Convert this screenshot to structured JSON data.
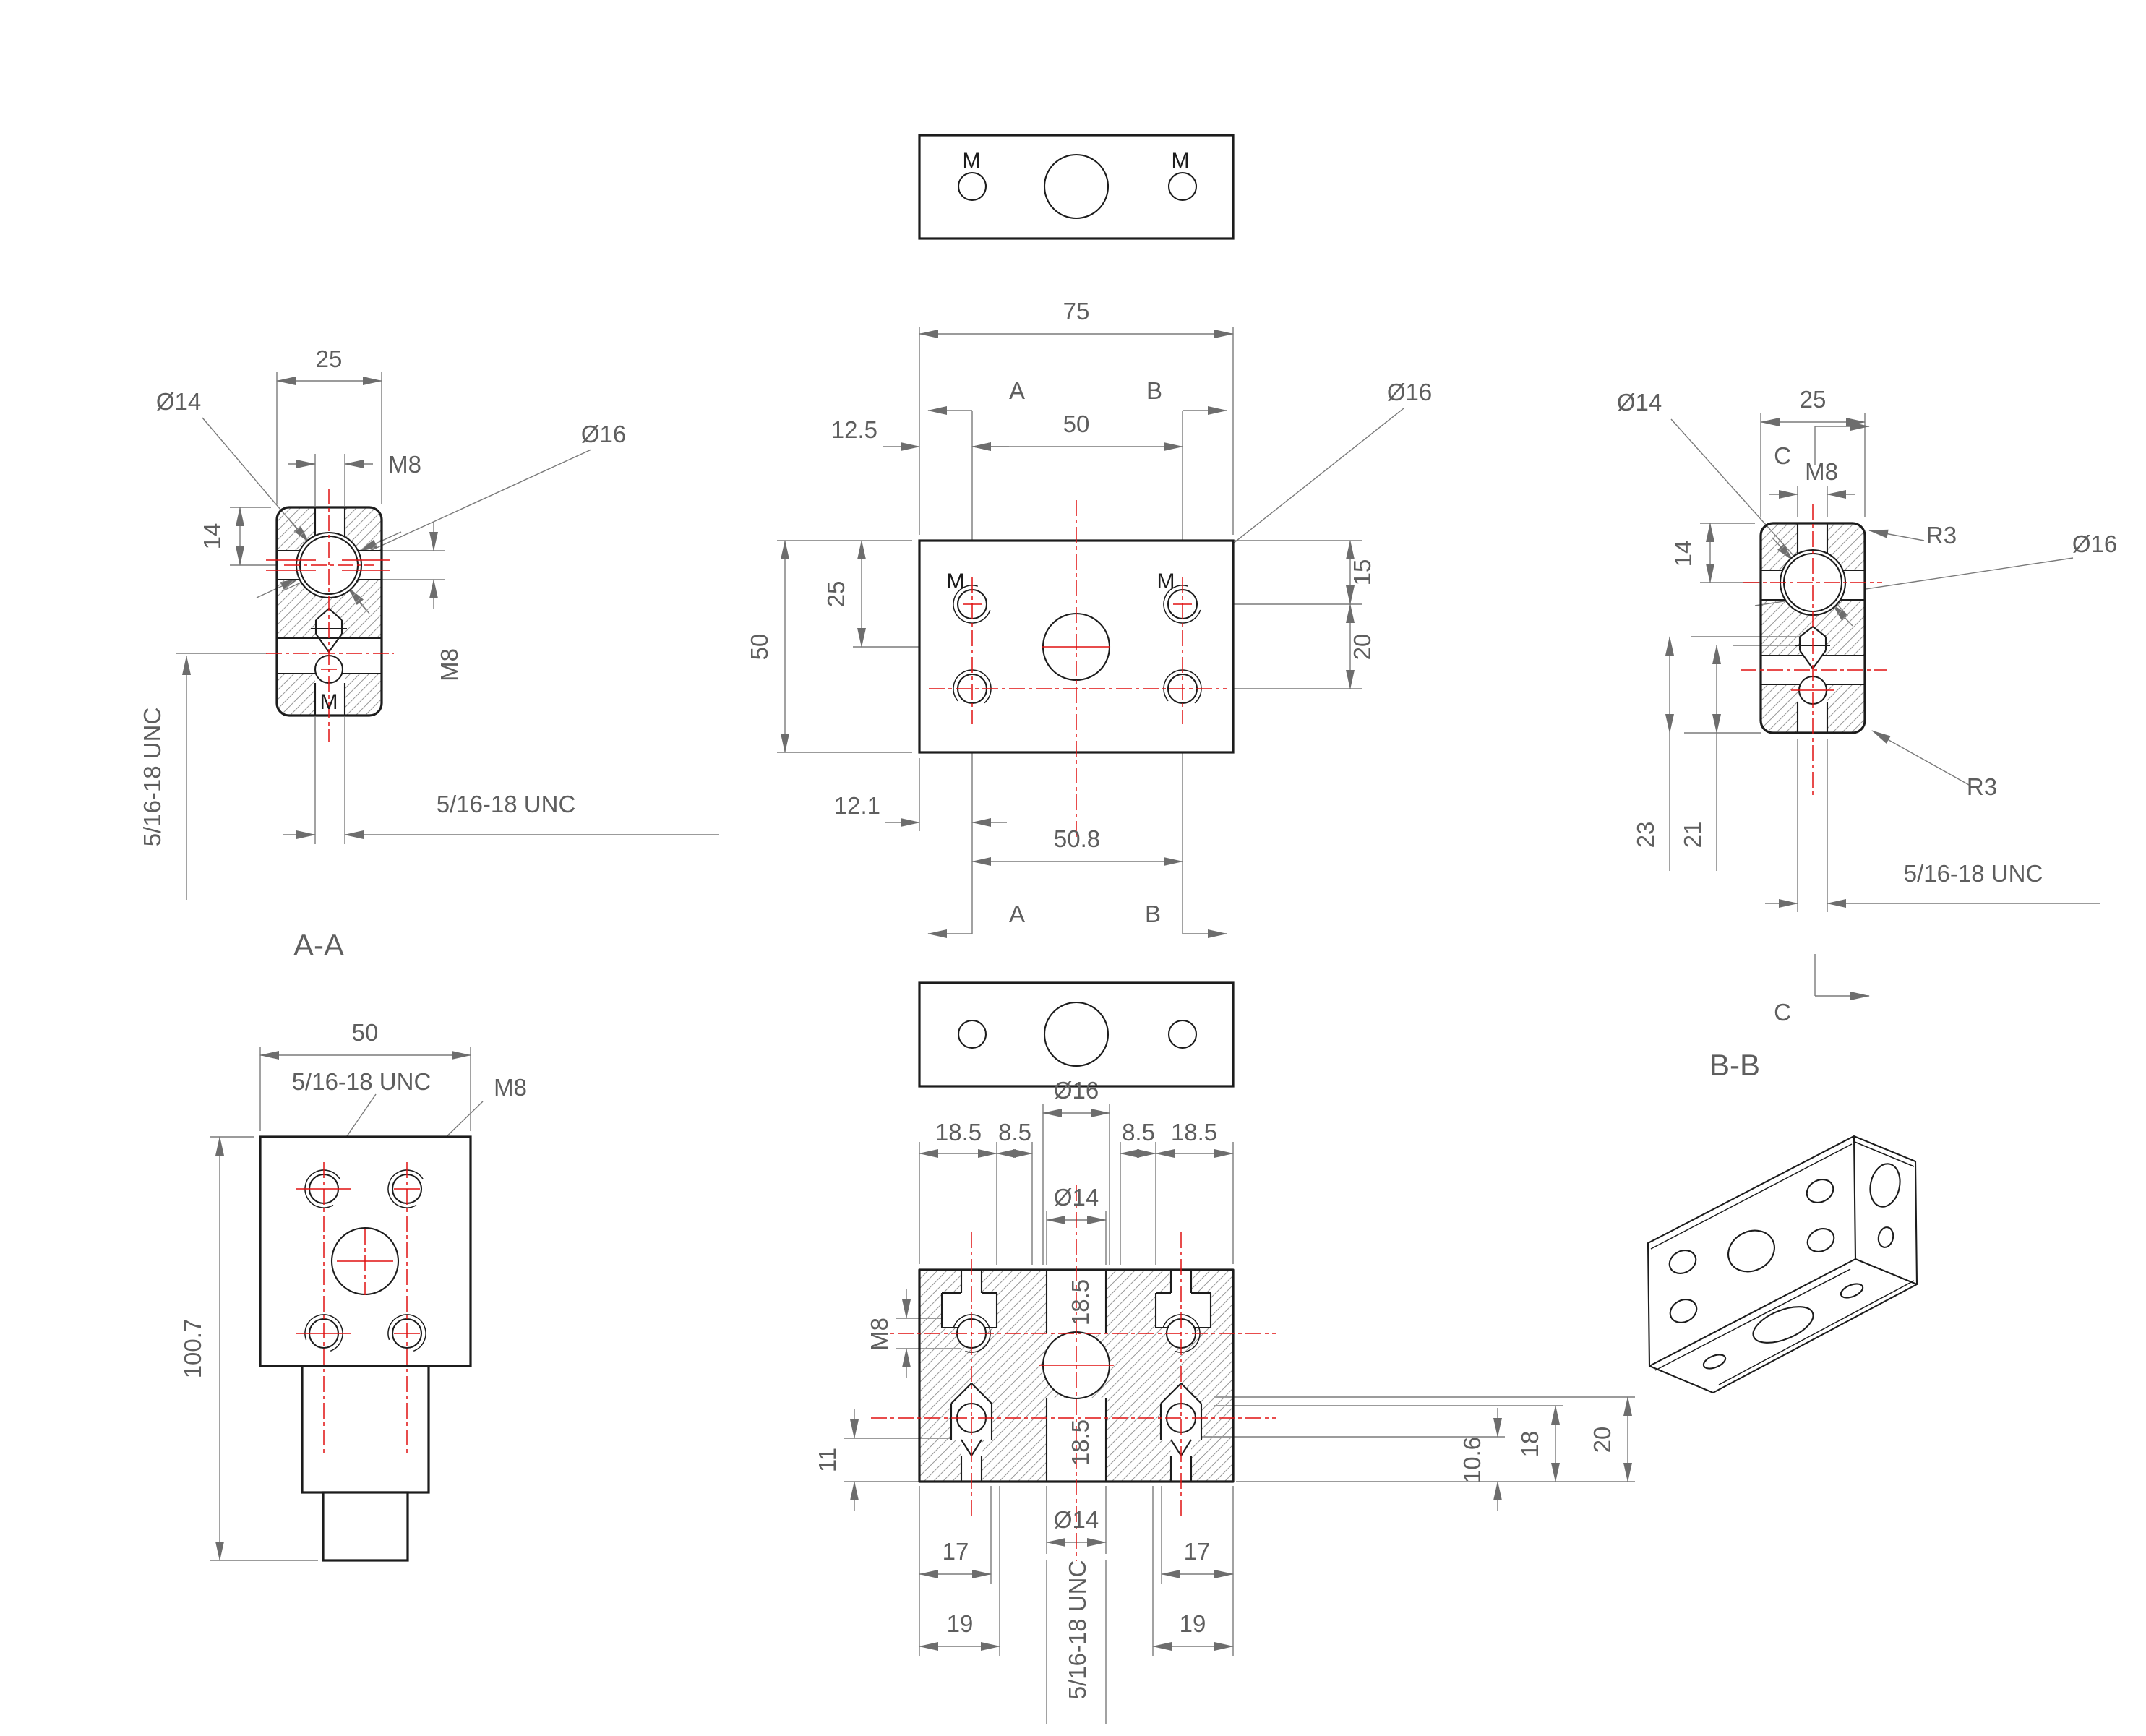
{
  "drawing": {
    "colors": {
      "outline": "#1c1c1c",
      "dimension": "#7a7a7a",
      "text": "#5e5e5e",
      "centerline_red": "#e01010",
      "background": "#ffffff"
    },
    "top_view": {
      "m_left": "M",
      "m_right": "M"
    },
    "section_aa": {
      "title": "A-A",
      "dim_width": "25",
      "dia14": "Ø14",
      "dia16": "Ø16",
      "m8_top": "M8",
      "m8_side": "M8",
      "depth14": "14",
      "m_label": "M",
      "unc_left": "5/16-18 UNC",
      "unc_bottom": "5/16-18 UNC"
    },
    "front_view": {
      "dim_width": "75",
      "marker_a_top": "A",
      "marker_b_top": "B",
      "dim_offset_left": "12.5",
      "dim_hole_span": "50",
      "dia16": "Ø16",
      "m_left": "M",
      "m_right": "M",
      "dim_height": "50",
      "dim_center_offset": "25",
      "dim_row_top": "15",
      "dim_row_spacing": "20",
      "dim_offset_bottom": "12.1",
      "dim_hole_span_bottom": "50.8",
      "marker_a_bottom": "A",
      "marker_b_bottom": "B"
    },
    "section_bb": {
      "title": "B-B",
      "dim_width": "25",
      "dia14": "Ø14",
      "dia16": "Ø16",
      "m8": "M8",
      "r3_top": "R3",
      "r3_bottom": "R3",
      "depth14": "14",
      "dim_23": "23",
      "dim_21": "21",
      "unc": "5/16-18 UNC",
      "marker_c_top": "C",
      "marker_c_bottom": "C"
    },
    "side_view": {
      "dim_width": "50",
      "unc": "5/16-18 UNC",
      "m8": "M8",
      "dim_height": "100.7"
    },
    "bottom_section": {
      "dia16": "Ø16",
      "d185_left": "18.5",
      "d85_left": "8.5",
      "d85_right": "8.5",
      "d185_right": "18.5",
      "dia14_top": "Ø14",
      "channel_top": "18.5",
      "channel_bottom": "18.5",
      "m8": "M8",
      "d11": "11",
      "d106": "10.6",
      "d18": "18",
      "d20": "20",
      "dia14_bottom": "Ø14",
      "d17_left": "17",
      "d17_right": "17",
      "d19_left": "19",
      "d19_right": "19",
      "unc": "5/16-18 UNC"
    }
  }
}
